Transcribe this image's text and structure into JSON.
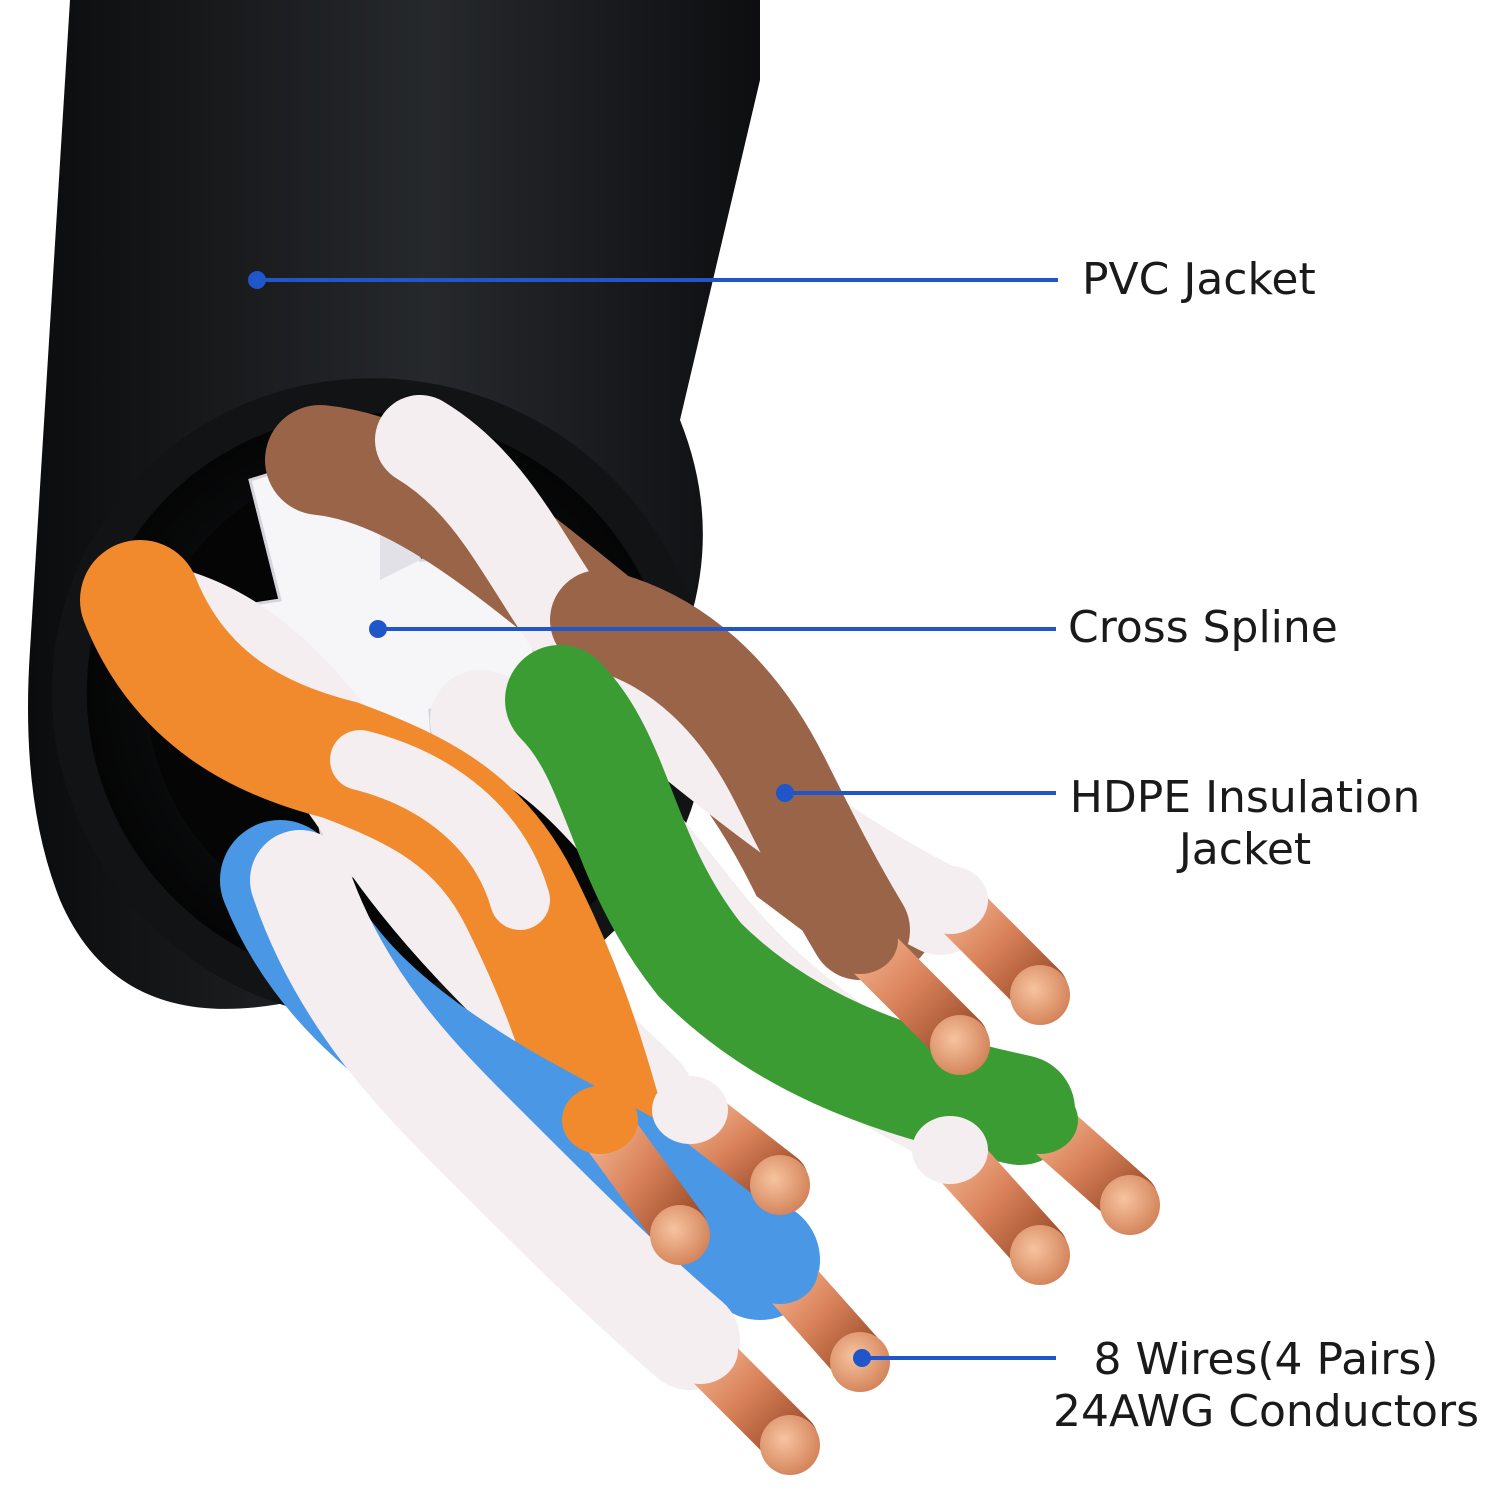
{
  "colors": {
    "jacket": "#101214",
    "leader_line": "#1f56c9",
    "copper": "#d9825a",
    "wire_orange": "#f08a2c",
    "wire_blue": "#4a97e6",
    "wire_green": "#3c9c34",
    "wire_brown": "#9a6448",
    "wire_white": "#f4eef0",
    "spline": "#f6f6f8"
  },
  "callouts": [
    {
      "id": "pvc-jacket",
      "lines": [
        "PVC Jacket"
      ]
    },
    {
      "id": "cross-spline",
      "lines": [
        "Cross Spline"
      ]
    },
    {
      "id": "hdpe-insulation",
      "lines": [
        "HDPE Insulation",
        "Jacket"
      ]
    },
    {
      "id": "conductors",
      "lines": [
        "8 Wires(4 Pairs)",
        "24AWG Conductors"
      ]
    }
  ],
  "icons": [
    "cable-illustration"
  ]
}
